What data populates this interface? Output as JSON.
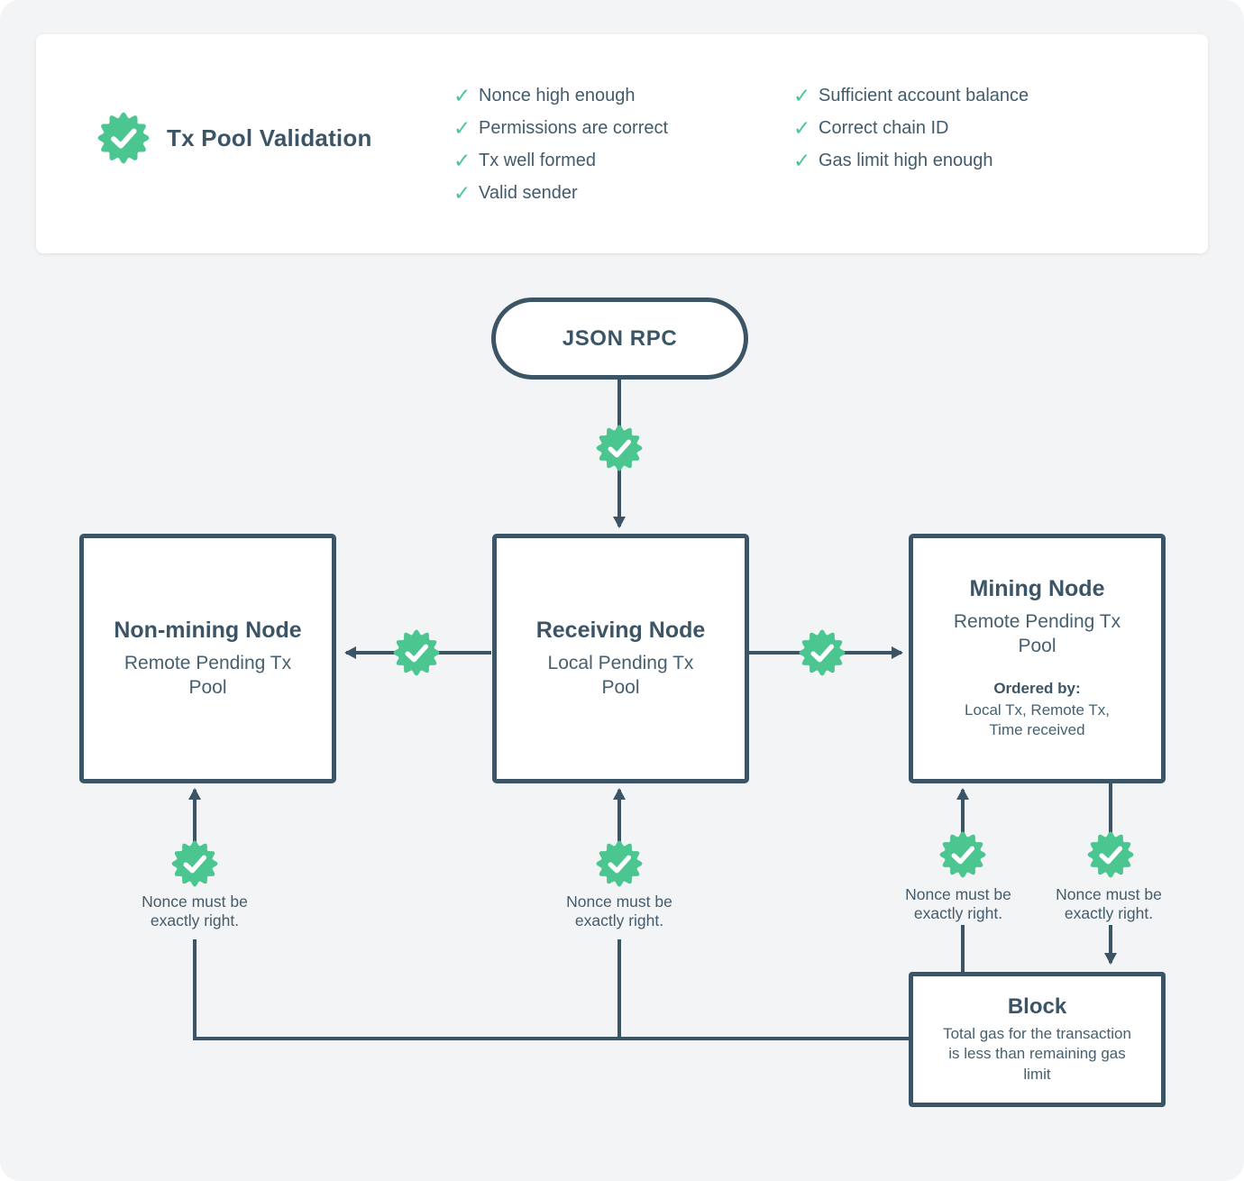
{
  "colors": {
    "green": "#4cc690",
    "dark": "#3b5566",
    "bg": "#f3f4f5"
  },
  "icons": {
    "check": "✓"
  },
  "card": {
    "title": "Tx Pool Validation",
    "checks_col1": [
      "Nonce high enough",
      "Permissions are correct",
      "Tx well formed",
      "Valid sender"
    ],
    "checks_col2": [
      "Sufficient account balance",
      "Correct chain ID",
      "Gas limit high enough"
    ]
  },
  "diagram": {
    "rpc_label": "JSON RPC",
    "non_mining": {
      "title": "Non-mining Node",
      "subtitle": "Remote Pending Tx Pool"
    },
    "receiving": {
      "title": "Receiving Node",
      "subtitle": "Local Pending Tx Pool"
    },
    "mining": {
      "title": "Mining Node",
      "subtitle": "Remote Pending Tx Pool",
      "ordered_by_label": "Ordered by:",
      "ordered_by_value": "Local Tx, Remote Tx, Time received"
    },
    "block": {
      "title": "Block",
      "body": "Total gas for the transaction is less than remaining gas limit"
    },
    "note_left": "Nonce must be exactly right.",
    "note_center": "Nonce must be exactly right.",
    "note_mining_left": "Nonce must be exactly right.",
    "note_mining_right": "Nonce must be exactly right."
  }
}
